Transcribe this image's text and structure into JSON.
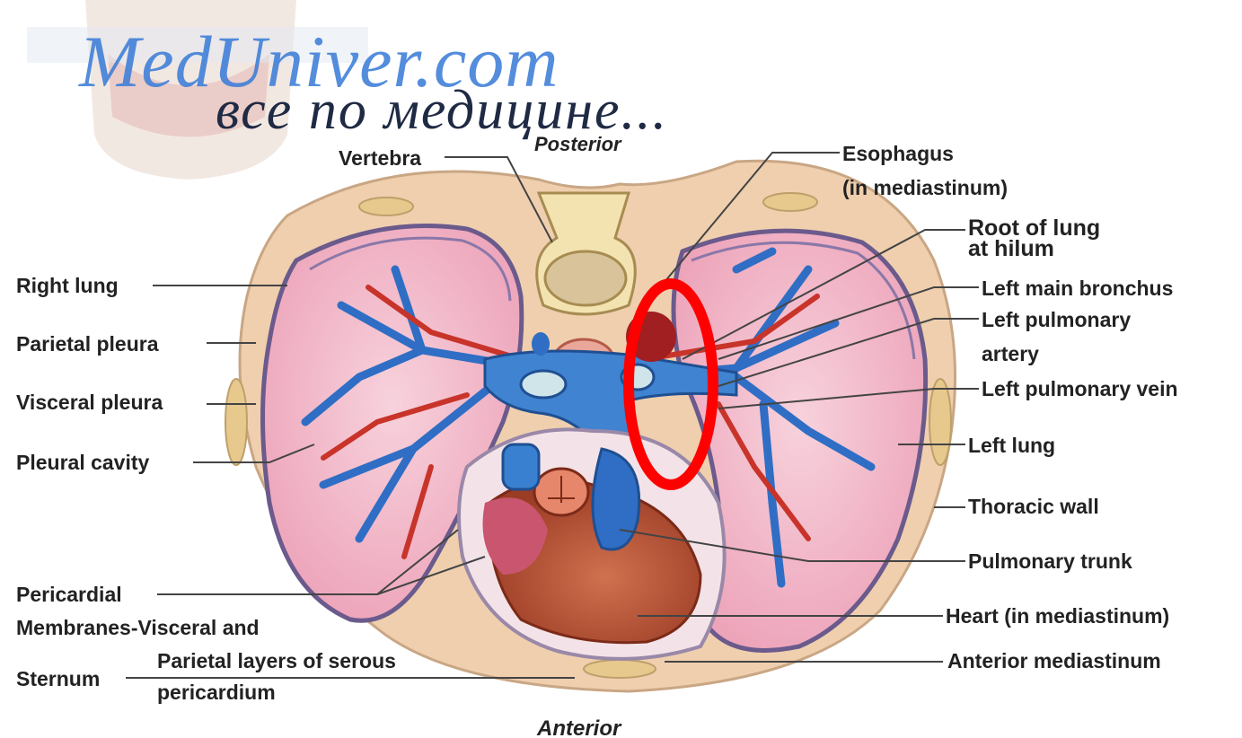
{
  "watermark": {
    "title": "MedUniver.com",
    "subtitle": "все по медицине..."
  },
  "orientation": {
    "top": "Posterior",
    "bottom": "Anterior"
  },
  "labels": {
    "vertebra": "Vertebra",
    "esophagus": "Esophagus",
    "esophagus_sub": "(in mediastinum)",
    "root_line1": "Root of lung",
    "root_line2": "at hilum",
    "right_lung": "Right lung",
    "left_main_bronchus": "Left main bronchus",
    "parietal_pleura": "Parietal pleura",
    "left_pulm_artery_line1": "Left pulmonary",
    "left_pulm_artery_line2": "artery",
    "visceral_pleura": "Visceral pleura",
    "left_pulm_vein": "Left pulmonary vein",
    "pleural_cavity": "Pleural cavity",
    "left_lung": "Left lung",
    "thoracic_wall": "Thoracic wall",
    "pulmonary_trunk": "Pulmonary trunk",
    "pericardial_line1": "Pericardial",
    "pericardial_line2": "Membranes-Visceral and",
    "pericardial_line3": "Parietal layers of serous",
    "pericardial_line4": "pericardium",
    "heart": "Heart (in mediastinum)",
    "sternum": "Sternum",
    "anterior_mediastinum": "Anterior mediastinum"
  },
  "colors": {
    "lung": "#f0b9c9",
    "pleura": "#6b5a8c",
    "body_wall": "#efcfae",
    "artery": "#2f6ec4",
    "vein": "#c8342a",
    "heart": "#b8553b",
    "highlight": "#ff0000",
    "watermark": "#3d7ed8"
  }
}
